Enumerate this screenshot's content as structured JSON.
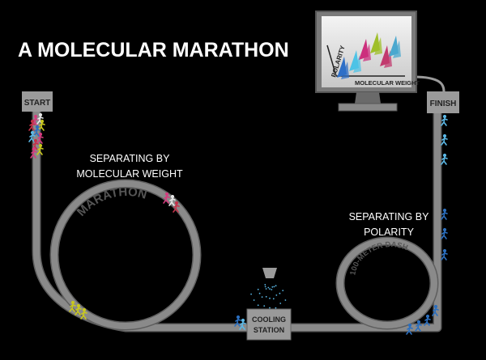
{
  "title": "A MOLECULAR MARATHON",
  "labels": {
    "start": "START",
    "finish": "FINISH",
    "separating_mw_line1": "SEPARATING BY",
    "separating_mw_line2": "MOLECULAR WEIGHT",
    "marathon": "MARATHON",
    "separating_pol_line1": "SEPARATING BY",
    "separating_pol_line2": "POLARITY",
    "dash": "100-METER DASH",
    "cooling_line1": "COOLING",
    "cooling_line2": "STATION"
  },
  "monitor": {
    "y_axis": "POLARITY",
    "x_axis": "MOLECULAR WEIGHT",
    "peak_colors": [
      "#2e6fc7",
      "#4dc3e6",
      "#cc2f7d",
      "#9fbf2a",
      "#c23a6e",
      "#4aa8cf"
    ]
  },
  "colors": {
    "background": "#000000",
    "track": "#8a8a8a",
    "track_edge": "#5e5e5e",
    "sign": "#9a9a9a",
    "runner_blue": "#2b6fbf",
    "runner_light_blue": "#5bb8e6",
    "runner_yellow": "#c9c81e",
    "runner_pink": "#d43c7e",
    "runner_red": "#c4324a",
    "runner_white": "#e6e6e6"
  }
}
